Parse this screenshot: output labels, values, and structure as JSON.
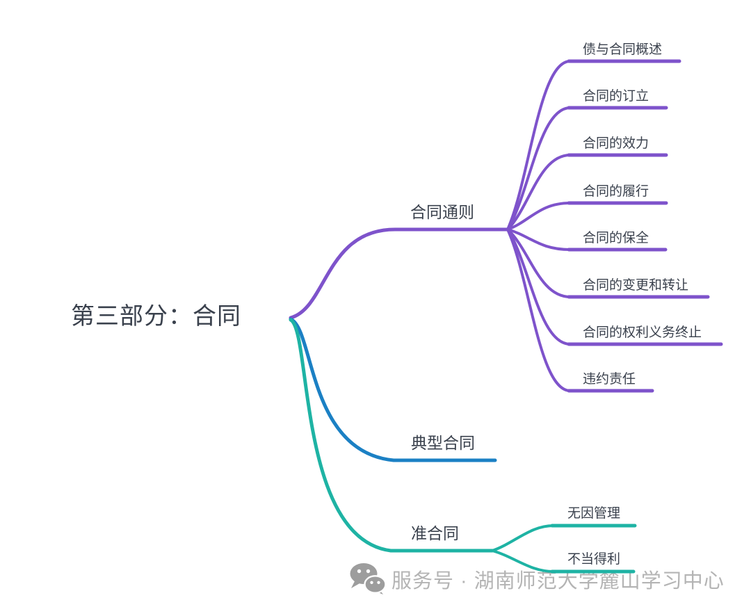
{
  "root": {
    "label": "第三部分：合同"
  },
  "branches": [
    {
      "label": "合同通则",
      "color": "#7e53cb",
      "children": [
        {
          "label": "债与合同概述"
        },
        {
          "label": "合同的订立"
        },
        {
          "label": "合同的效力"
        },
        {
          "label": "合同的履行"
        },
        {
          "label": "合同的保全"
        },
        {
          "label": "合同的变更和转让"
        },
        {
          "label": "合同的权利义务终止"
        },
        {
          "label": "违约责任"
        }
      ]
    },
    {
      "label": "典型合同",
      "color": "#1b80c4",
      "children": []
    },
    {
      "label": "准合同",
      "color": "#1eb3a4",
      "children": [
        {
          "label": "无因管理"
        },
        {
          "label": "不当得利"
        }
      ]
    }
  ],
  "watermark": {
    "icon": "wechat-icon",
    "text": "服务号 · 湖南师范大学麓山学习中心"
  },
  "colors": {
    "branch1": "#7e53cb",
    "branch2": "#1b80c4",
    "branch3": "#1eb3a4",
    "text": "#3a414d",
    "watermark": "#b4b4b4",
    "watermark-icon": "#9d9d9d"
  }
}
